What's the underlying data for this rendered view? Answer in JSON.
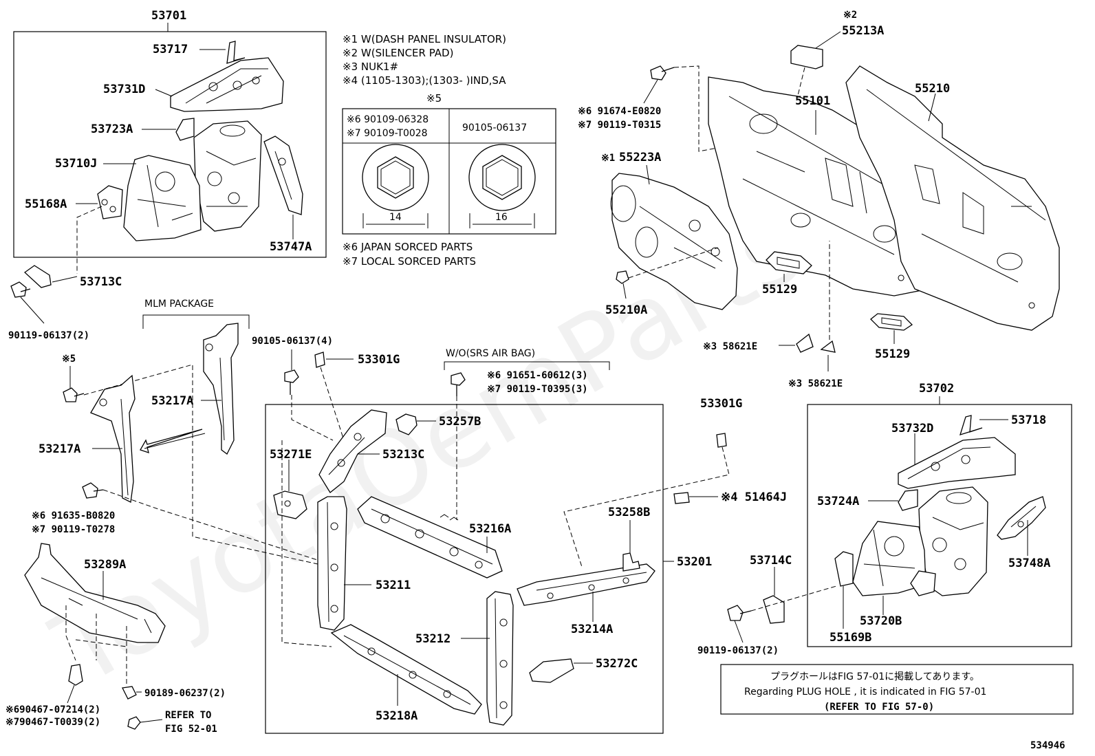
{
  "labels": {
    "p53701": "53701",
    "p53717": "53717",
    "p53731D": "53731D",
    "p53723A": "53723A",
    "p53710J": "53710J",
    "p55168A": "55168A",
    "p53747A": "53747A",
    "p53713C": "53713C",
    "p90119_06137a": "90119-06137(2)",
    "mlm": "MLM PACKAGE",
    "ref5": "※5",
    "p53217A_a": "53217A",
    "p53217A_b": "53217A",
    "p91635": "※6 91635-B0820",
    "p90119_T0278": "※7 90119-T0278",
    "p53289A": "53289A",
    "p90467_a": "※690467-07214(2)",
    "p90467_b": "※790467-T0039(2)",
    "p90189": "90189-06237(2)",
    "refer1": "REFER TO",
    "refer2": "FIG 52-01",
    "p90105_06137_4": "90105-06137(4)",
    "p53301G_a": "53301G",
    "wo_srs": "W/O(SRS AIR BAG)",
    "p91651": "※6 91651-60612(3)",
    "p90119_T0395": "※7 90119-T0395(3)",
    "p53257B": "53257B",
    "p53271E": "53271E",
    "p53213C": "53213C",
    "p53216A": "53216A",
    "p53211": "53211",
    "p53212": "53212",
    "p53218A": "53218A",
    "p53214A": "53214A",
    "p53272C": "53272C",
    "p53258B": "53258B",
    "p53201": "53201",
    "p53301G_b": "53301G",
    "p51464J": "※4 51464J",
    "p53714C": "53714C",
    "p90119_06137b": "90119-06137(2)",
    "p53702": "53702",
    "p53718": "53718",
    "p53732D": "53732D",
    "p53724A": "53724A",
    "p53748A": "53748A",
    "p53720B": "53720B",
    "p55169B": "55169B",
    "p55213A_ref": "※2",
    "p55213A": "55213A",
    "p55210": "55210",
    "p55101": "55101",
    "p91674": "※6 91674-E0820",
    "p90119_T0315": "※7 90119-T0315",
    "p55223A_ref": "※1",
    "p55223A": "55223A",
    "p55129_a": "55129",
    "p55129_b": "55129",
    "p55210A": "55210A",
    "p58621E_a": "※3 58621E",
    "p58621E_b": "※3 58621E",
    "size14": "14",
    "size16": "16",
    "footer_id": "534946"
  },
  "notes": {
    "n1": "※1 W(DASH PANEL INSULATOR)",
    "n2": "※2 W(SILENCER PAD)",
    "n3": "※3 NUK1#",
    "n4": "※4 (1105-1303);(1303-        )IND,SA",
    "n5": "※5",
    "n6": "※6 JAPAN SORCED PARTS",
    "n7": "※7 LOCAL SORCED PARTS",
    "tbl_a1": "※6 90109-06328",
    "tbl_a2": "※7 90109-T0028",
    "tbl_b": "90105-06137"
  },
  "plug_note": {
    "jp": "プラグホールはFIG 57-01に掲載してあります。",
    "en": "Regarding PLUG HOLE , it is indicated in FIG 57-01",
    "ref": "(REFER TO FIG 57-0)"
  },
  "watermark": "ToyotaOemParts.ru"
}
